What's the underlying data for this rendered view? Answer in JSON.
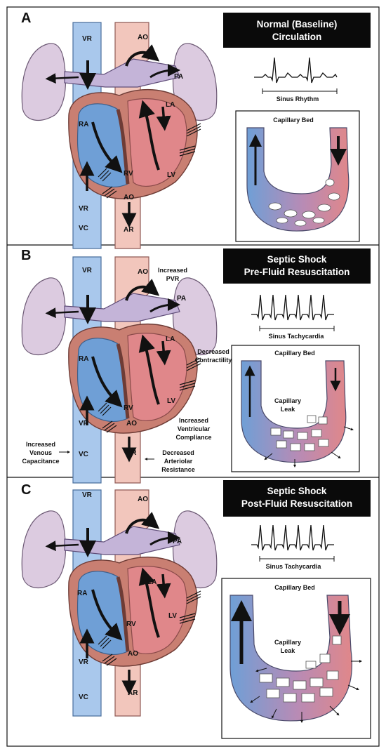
{
  "panels": [
    {
      "letter": "A",
      "title_line1": "Normal (Baseline)",
      "title_line2": "Circulation",
      "rhythm": "Sinus Rhythm",
      "capillary_title": "Capillary Bed",
      "labels": {
        "vr_top": "VR",
        "ao_top": "AO",
        "pa": "PA",
        "la": "LA",
        "ra": "RA",
        "rv": "RV",
        "lv": "LV",
        "vr_bottom": "VR",
        "vc": "VC",
        "ao_bottom": "AO",
        "ar": "AR"
      }
    },
    {
      "letter": "B",
      "title_line1": "Septic Shock",
      "title_line2": "Pre-Fluid Resuscitation",
      "rhythm": "Sinus Tachycardia",
      "capillary_title": "Capillary Bed",
      "capillary_leak_1": "Capillary",
      "capillary_leak_2": "Leak",
      "labels": {
        "vr_top": "VR",
        "ao_top": "AO",
        "pa": "PA",
        "la": "LA",
        "ra": "RA",
        "rv": "RV",
        "lv": "LV",
        "vr_bottom": "VR",
        "vc": "VC",
        "ao_bottom": "AO",
        "ar": "AR"
      },
      "annotations": {
        "pvr_1": "Increased",
        "pvr_2": "PVR",
        "contract_1": "Decreased",
        "contract_2": "Contractility",
        "compliance_1": "Increased",
        "compliance_2": "Ventricular",
        "compliance_3": "Compliance",
        "venous_1": "Increased",
        "venous_2": "Venous",
        "venous_3": "Capacitance",
        "arteriolar_1": "Decreased",
        "arteriolar_2": "Arteriolar",
        "arteriolar_3": "Resistance"
      }
    },
    {
      "letter": "C",
      "title_line1": "Septic Shock",
      "title_line2": "Post-Fluid Resuscitation",
      "rhythm": "Sinus Tachycardia",
      "capillary_title": "Capillary Bed",
      "capillary_leak_1": "Capillary",
      "capillary_leak_2": "Leak",
      "labels": {
        "vr_top": "VR",
        "ao_top": "AO",
        "pa": "PA",
        "la": "LA",
        "ra": "RA",
        "rv": "RV",
        "lv": "LV",
        "vr_bottom": "VR",
        "vc": "VC",
        "ao_bottom": "AO",
        "ar": "AR"
      }
    }
  ],
  "colors": {
    "venous_blue": "#6f9fd6",
    "arterial_red": "#e0878a",
    "aorta_pink": "#f2c6bc",
    "pulmonary_lavender": "#c4b4d8",
    "lung_lavender": "#dccbe0",
    "myocardium": "#c97f72",
    "title_bg": "#0a0a0a"
  }
}
